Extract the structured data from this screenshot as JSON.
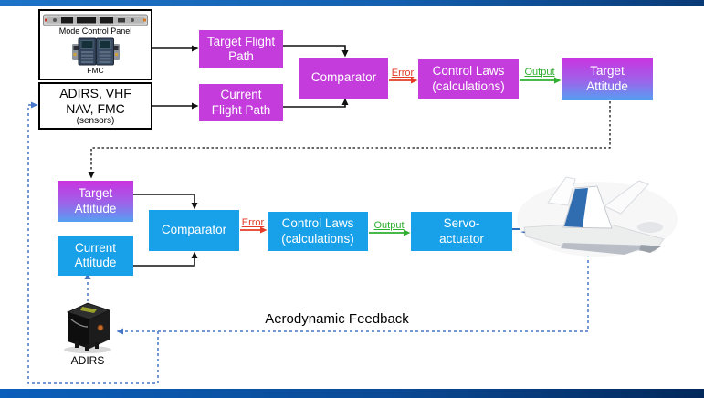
{
  "colors": {
    "magenta_box": "#c43cdb",
    "azure_box": "#18a0e8",
    "attitude_gradient_top": "#ca33e0",
    "attitude_gradient_bottom": "#54a0f2",
    "error_red": "#e33b27",
    "output_green": "#2faf2f",
    "feedback_dashed_blue": "#4677c8",
    "top_bar_left": "#1d74c8",
    "top_bar_right": "#0a3a76",
    "bottom_bar_left": "#0a5fba",
    "bottom_bar_right": "#03285c"
  },
  "top_row": {
    "mcp": {
      "panel_caption": "Mode Control Panel",
      "fmc_caption": "FMC"
    },
    "sensors": {
      "label": "ADIRS, VHF\nNAV, FMC",
      "sub": "(sensors)"
    },
    "target_flight_path": "Target Flight\nPath",
    "current_flight_path": "Current\nFlight Path",
    "comparator": "Comparator",
    "error": "Error",
    "control_laws": "Control Laws\n(calculations)",
    "output": "Output",
    "target_attitude": "Target\nAttitude"
  },
  "bottom_row": {
    "target_attitude": "Target\nAttitude",
    "current_attitude": "Current\nAttitude",
    "comparator": "Comparator",
    "error": "Error",
    "control_laws": "Control Laws\n(calculations)",
    "output": "Output",
    "servo_actuator": "Servo-\nactuator",
    "adirs": "ADIRS",
    "aerodynamic_feedback": "Aerodynamic Feedback"
  }
}
